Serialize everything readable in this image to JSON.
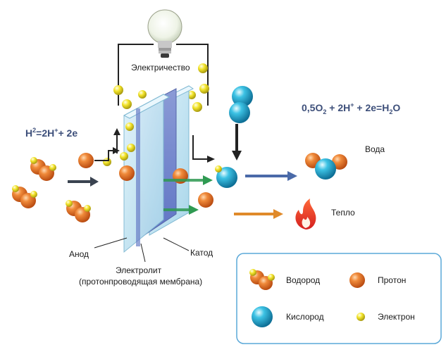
{
  "labels": {
    "electricity": "Электричество",
    "water": "Вода",
    "heat": "Тепло",
    "anode": "Анод",
    "cathode": "Катод",
    "electrolyte": "Электролит",
    "membrane": "(протонпроводящая мембрана)"
  },
  "equations": {
    "anode": {
      "a": "H",
      "a_sup": "2",
      "b": "=2H",
      "b_sup": "+",
      "c": "+ 2e"
    },
    "cathode": {
      "a": "0,5O",
      "a_sub": "2",
      "b": " + 2H",
      "b_sup": "+",
      "c": " + 2e=H",
      "c_sub": "2",
      "d": "O"
    }
  },
  "legend": {
    "hydrogen": "Водород",
    "proton": "Протон",
    "oxygen": "Кислород",
    "electron": "Электрон"
  },
  "colors": {
    "proton": "#e8772a",
    "oxygen": "#2fb4d8",
    "electron": "#f2e21a",
    "arrow_dark": "#3a4350",
    "arrow_blue": "#4a6aa8",
    "arrow_green": "#2f9a52",
    "arrow_orange": "#e08a2a",
    "legend_border": "#5aa8d8"
  }
}
